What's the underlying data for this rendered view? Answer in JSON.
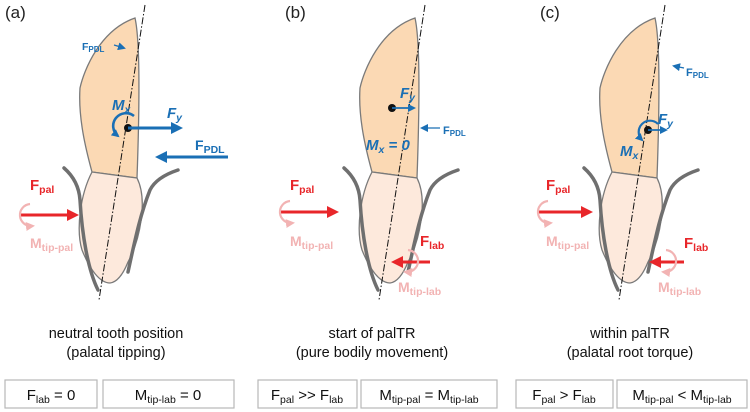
{
  "panels": [
    {
      "id": "a",
      "label": "(a)",
      "caption_line1": "neutral tooth position",
      "caption_line2": "(palatal tipping)",
      "box1": {
        "main": "F",
        "sub": "lab",
        "rest": " = 0"
      },
      "box2": {
        "main": "M",
        "sub": "tip-lab",
        "rest": " = 0"
      },
      "labels": {
        "fpdl_top": {
          "main": "F",
          "sub": "PDL"
        },
        "mx": {
          "main": "M",
          "sub": "x"
        },
        "fy": {
          "main": "F",
          "sub": "y"
        },
        "fpdl_right": {
          "main": "F",
          "sub": "PDL"
        },
        "fpal": {
          "main": "F",
          "sub": "pal"
        },
        "mtippal": {
          "main": "M",
          "sub": "tip-pal"
        }
      }
    },
    {
      "id": "b",
      "label": "(b)",
      "caption_line1": "start of palTR",
      "caption_line2": "(pure bodily movement)",
      "box1": {
        "main": "F",
        "sub": "pal",
        "mid": " >> F",
        "sub2": "lab"
      },
      "box2": {
        "main": "M",
        "sub": "tip-pal",
        "mid": " = M",
        "sub2": "tip-lab"
      },
      "labels": {
        "fy": {
          "main": "F",
          "sub": "y"
        },
        "fpdl": {
          "main": "F",
          "sub": "PDL"
        },
        "mx": {
          "main": "M",
          "sub": "x",
          "rest": " = 0"
        },
        "fpal": {
          "main": "F",
          "sub": "pal"
        },
        "mtippal": {
          "main": "M",
          "sub": "tip-pal"
        },
        "flab": {
          "main": "F",
          "sub": "lab"
        },
        "mtiplab": {
          "main": "M",
          "sub": "tip-lab"
        }
      }
    },
    {
      "id": "c",
      "label": "(c)",
      "caption_line1": "within palTR",
      "caption_line2": "(palatal root torque)",
      "box1": {
        "main": "F",
        "sub": "pal",
        "mid": " > F",
        "sub2": "lab"
      },
      "box2": {
        "main": "M",
        "sub": "tip-pal",
        "mid": " < M",
        "sub2": "tip-lab"
      },
      "labels": {
        "fpdl": {
          "main": "F",
          "sub": "PDL"
        },
        "fy": {
          "main": "F",
          "sub": "y"
        },
        "mx": {
          "main": "M",
          "sub": "x"
        },
        "fpal": {
          "main": "F",
          "sub": "pal"
        },
        "mtippal": {
          "main": "M",
          "sub": "tip-pal"
        },
        "flab": {
          "main": "F",
          "sub": "lab"
        },
        "mtiplab": {
          "main": "M",
          "sub": "tip-lab"
        }
      }
    }
  ],
  "colors": {
    "root_fill": "#fbd9b4",
    "crown_fill": "#fde9dc",
    "outline": "#7a7a7a",
    "bone": "#6f6f6f",
    "blue": "#1a6fb5",
    "red": "#e8262a",
    "pink": "#f2b3b3"
  }
}
